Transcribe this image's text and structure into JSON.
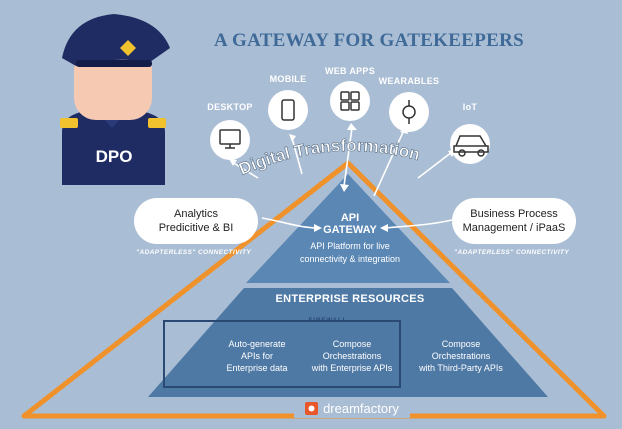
{
  "title": "A GATEWAY FOR GATEKEEPERS",
  "dpo_label": "DPO",
  "devices": [
    {
      "label": "DESKTOP",
      "icon": "monitor-icon"
    },
    {
      "label": "MOBILE",
      "icon": "smartphone-icon"
    },
    {
      "label": "WEB APPS",
      "icon": "web-apps-icon"
    },
    {
      "label": "WEARABLES",
      "icon": "smartwatch-icon"
    },
    {
      "label": "IoT",
      "icon": "car-icon"
    }
  ],
  "digital_transformation": "Digital Transformation",
  "left_box": {
    "line1": "Analytics",
    "line2": "Predicitive & BI"
  },
  "right_box": {
    "line1": "Business Process",
    "line2": "Management / iPaaS"
  },
  "adapterless_left": "\"ADAPTERLESS\" CONNECTIVITY",
  "adapterless_right": "\"ADAPTERLESS\" CONNECTIVITY",
  "api_gateway": {
    "title1": "API",
    "title2": "GATEWAY",
    "sub1": "API Platform for live",
    "sub2": "connectivity & integration"
  },
  "enterprise": {
    "title": "ENTERPRISE RESOURCES",
    "firewall": "FIREWALL",
    "col1": [
      "Auto-generate",
      "APIs for",
      "Enterprise data"
    ],
    "col2": [
      "Compose",
      "Orchestrations",
      "with Enterprise APIs"
    ],
    "col3": [
      "Compose",
      "Orchestrations",
      "with Third-Party APIs"
    ]
  },
  "brand": "dreamfactory",
  "colors": {
    "background": "#a9bdd4",
    "title": "#3f6a98",
    "pyramid_top": "#5b87b4",
    "pyramid_base": "#4f79a5",
    "outline": "#f0922b",
    "firewall_border": "#2a4a74",
    "badge": "#f2c12e"
  }
}
